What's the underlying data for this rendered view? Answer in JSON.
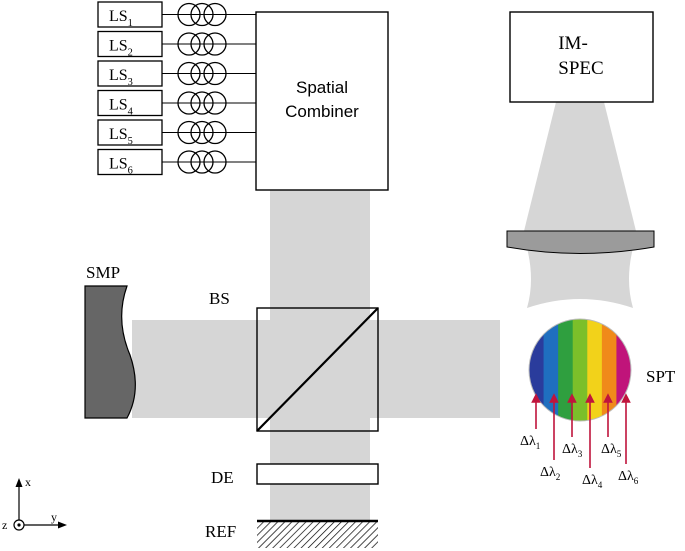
{
  "light_sources": [
    {
      "base": "LS",
      "sub": "1"
    },
    {
      "base": "LS",
      "sub": "2"
    },
    {
      "base": "LS",
      "sub": "3"
    },
    {
      "base": "LS",
      "sub": "4"
    },
    {
      "base": "LS",
      "sub": "5"
    },
    {
      "base": "LS",
      "sub": "6"
    }
  ],
  "combiner": {
    "line1": "Spatial",
    "line2": "Combiner"
  },
  "imaging_spectrometer": {
    "line1": "IM-",
    "line2": "SPEC"
  },
  "labels": {
    "sample": "SMP",
    "beam_splitter": "BS",
    "spot": "SPT",
    "detector": "DE",
    "reference": "REF"
  },
  "wavelengths": [
    {
      "base": "Δλ",
      "sub": "1"
    },
    {
      "base": "Δλ",
      "sub": "2"
    },
    {
      "base": "Δλ",
      "sub": "3"
    },
    {
      "base": "Δλ",
      "sub": "4"
    },
    {
      "base": "Δλ",
      "sub": "5"
    },
    {
      "base": "Δλ",
      "sub": "6"
    }
  ],
  "axes": {
    "x": "x",
    "y": "y",
    "z": "z"
  },
  "colors": {
    "beam": "#d6d6d6",
    "sample": "#666666",
    "lens": "#9b9b9b",
    "arrow": "#c0143c",
    "stripes": [
      "#2a3c9c",
      "#1f6fbf",
      "#2f9f3f",
      "#7bbf2a",
      "#f2d21a",
      "#f08a1a",
      "#c0147a"
    ]
  }
}
